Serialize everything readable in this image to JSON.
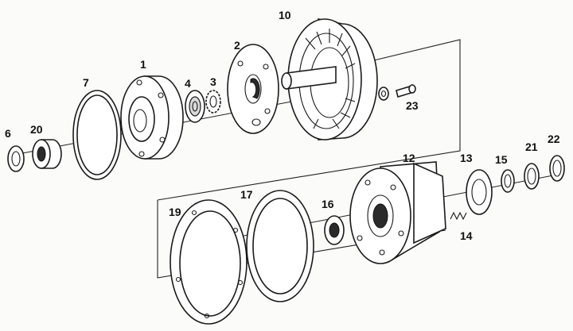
{
  "diagram": {
    "labels": {
      "p1": "1",
      "p2": "2",
      "p3": "3",
      "p4": "4",
      "p6": "6",
      "p7": "7",
      "p10": "10",
      "p12": "12",
      "p13": "13",
      "p14": "14",
      "p15": "15",
      "p16": "16",
      "p17": "17",
      "p19": "19",
      "p20": "20",
      "p21": "21",
      "p22": "22",
      "p23": "23"
    }
  }
}
